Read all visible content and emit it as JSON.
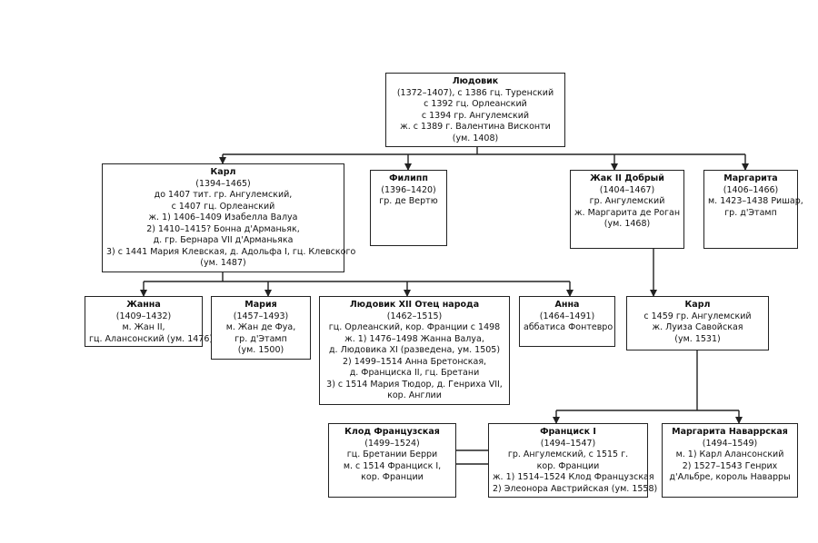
{
  "persons": {
    "ludovik": {
      "name": "Людовик",
      "lines": [
        "(1372–1407), с 1386 гц. Туренский",
        "с 1392 гц. Орлеанский",
        "с 1394 гр. Ангулемский",
        "ж. с 1389 г. Валентина Висконти",
        "(ум. 1408)"
      ]
    },
    "karl": {
      "name": "Карл",
      "lines": [
        "(1394–1465)",
        "до 1407 тит. гр. Ангулемский,",
        "с 1407 гц. Орлеанский",
        "ж. 1) 1406–1409 Изабелла Валуа",
        "2) 1410–1415? Бонна д'Арманьяк,",
        "д. гр. Бернара VII д'Арманьяка",
        "3) с 1441 Мария Клевская, д. Адольфа I, гц. Клевского",
        "(ум. 1487)"
      ]
    },
    "filipp": {
      "name": "Филипп",
      "lines": [
        "(1396–1420)",
        "гр. де Вертю"
      ]
    },
    "zhak": {
      "name": "Жак II Добрый",
      "lines": [
        "(1404–1467)",
        "гр. Ангулемский",
        "ж. Маргарита де Роган",
        "(ум. 1468)"
      ]
    },
    "margarita1": {
      "name": "Маргарита",
      "lines": [
        "(1406–1466)",
        "м. 1423–1438 Ришар,",
        "гр. д'Этамп"
      ]
    },
    "zhanna": {
      "name": "Жанна",
      "lines": [
        "(1409–1432)",
        "м. Жан II,",
        "гц. Алансонский (ум. 1476)"
      ]
    },
    "mariya": {
      "name": "Мария",
      "lines": [
        "(1457–1493)",
        "м. Жан де Фуа,",
        "гр. д'Этамп",
        "(ум. 1500)"
      ]
    },
    "ludovik12": {
      "name": "Людовик XII Отец народа",
      "lines": [
        "(1462–1515)",
        "гц. Орлеанский, кор. Франции с 1498",
        "ж. 1) 1476–1498 Жанна Валуа,",
        "д. Людовика XI (разведена, ум. 1505)",
        "2) 1499–1514 Анна Бретонская,",
        "д. Франциска II, гц. Бретани",
        "3) с 1514 Мария Тюдор, д. Генриха VII,",
        "кор. Англии"
      ]
    },
    "anna": {
      "name": "Анна",
      "lines": [
        "(1464–1491)",
        "аббатиса Фонтевро"
      ]
    },
    "karl2": {
      "name": "Карл",
      "lines": [
        "с 1459 гр. Ангулемский",
        "ж. Луиза Савойская",
        "(ум. 1531)"
      ]
    },
    "klod": {
      "name": "Клод Французская",
      "lines": [
        "(1499–1524)",
        "гц. Бретании Берри",
        "м. с 1514 Франциск I,",
        "кор. Франции"
      ]
    },
    "francisk": {
      "name": "Франциск I",
      "lines": [
        "(1494–1547)",
        "гр. Ангулемский, с 1515 г.",
        "кор. Франции",
        "ж. 1) 1514–1524 Клод Французская",
        "2) Элеонора Австрийская (ум. 1558)"
      ]
    },
    "margarita2": {
      "name": "Маргарита Наваррская",
      "lines": [
        "(1494–1549)",
        "м. 1) Карл Алансонский",
        "2) 1527–1543 Генрих",
        "д'Альбре, король Наварры"
      ]
    }
  }
}
